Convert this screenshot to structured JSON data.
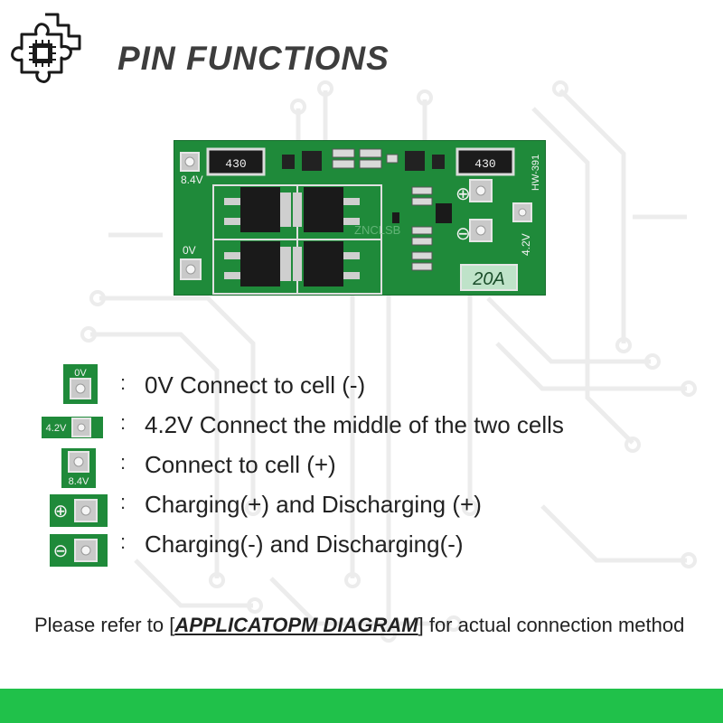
{
  "header": {
    "title": "PIN FUNCTIONS",
    "logo_icon": "puzzle-chip-icon"
  },
  "board": {
    "resistor_left": "430",
    "resistor_right": "430",
    "label_84v": "8.4V",
    "label_0v": "0V",
    "label_42v": "4.2V",
    "model": "HW-391",
    "rating": "20A",
    "watermark": "ZNCLSB",
    "pad_plus": "⊕",
    "pad_minus": "⊖"
  },
  "pins": [
    {
      "icon_label": "0V",
      "colon": ":",
      "text": "0V Connect to cell (-)"
    },
    {
      "icon_label": "4.2V",
      "colon": ":",
      "text": "4.2V Connect the middle of the two cells"
    },
    {
      "icon_label": "8.4V",
      "colon": ":",
      "text": "Connect to cell (+)"
    },
    {
      "icon_label": "⊕",
      "colon": ":",
      "text": "Charging(+) and Discharging (+)"
    },
    {
      "icon_label": "⊖",
      "colon": ":",
      "text": "Charging(-) and Discharging(-)"
    }
  ],
  "note": {
    "prefix": "Please refer to [",
    "emphasis": "APPLICATOPM DIAGRAM",
    "suffix": "] for actual connection method"
  },
  "colors": {
    "pcb_green": "#1f8a3a",
    "footer_green": "#20c14a",
    "title_gray": "#3d3d3d"
  }
}
